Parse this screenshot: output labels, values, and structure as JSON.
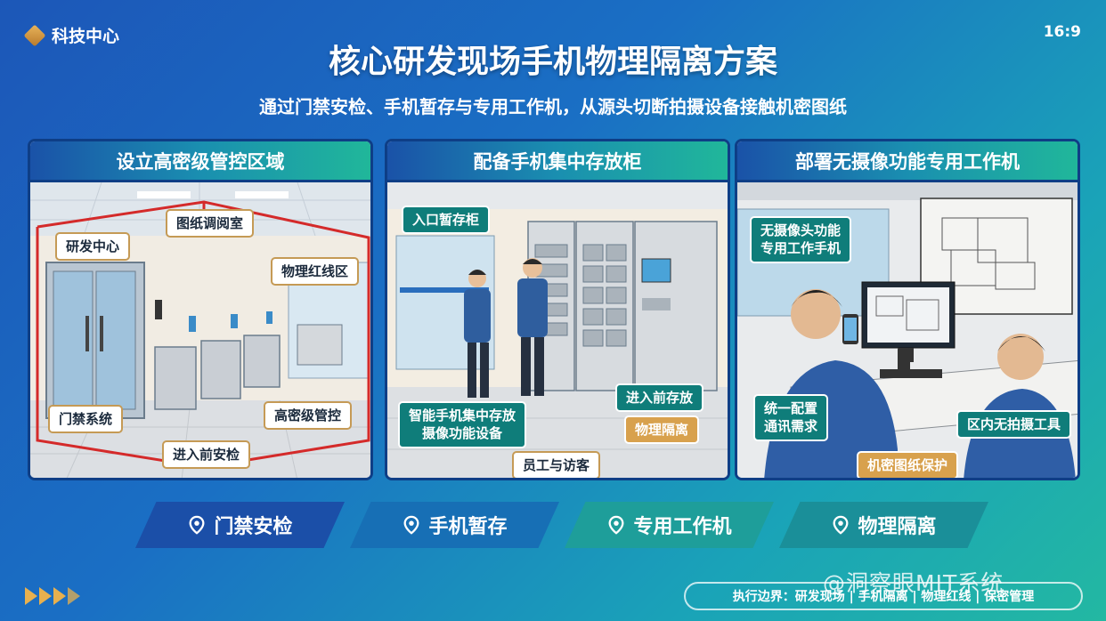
{
  "brand": {
    "name": "科技中心",
    "icon": "cube-logo-icon"
  },
  "aspect_ratio": "16:9",
  "title": "核心研发现场手机物理隔离方案",
  "subtitle": "通过门禁安检、手机暂存与专用工作机，从源头切断拍摄设备接触机密图纸",
  "panels": [
    {
      "heading": "设立高密级管控区域",
      "labels": [
        "图纸调阅室",
        "研发中心",
        "物理红线区",
        "门禁系统",
        "高密级管控",
        "进入前安检"
      ]
    },
    {
      "heading": "配备手机集中存放柜",
      "labels": [
        "入口暂存柜",
        "进入前存放",
        "智能手机集中存放\n摄像功能设备",
        "物理隔离",
        "员工与访客"
      ]
    },
    {
      "heading": "部署无摄像功能专用工作机",
      "labels": [
        "无摄像头功能\n专用工作手机",
        "统一配置\n通讯需求",
        "区内无拍摄工具",
        "机密图纸保护"
      ]
    }
  ],
  "bottom_items": [
    {
      "label": "门禁安检",
      "icon": "location-pin-icon",
      "color": "#1b4fa8"
    },
    {
      "label": "手机暂存",
      "icon": "location-pin-icon",
      "color": "#176fb5"
    },
    {
      "label": "专用工作机",
      "icon": "location-pin-icon",
      "color": "#1e9e9a"
    },
    {
      "label": "物理隔离",
      "icon": "location-pin-icon",
      "color": "#1a8f99"
    }
  ],
  "footer": "执行边界：研发现场 | 手机隔离 | 物理红线 | 保密管理",
  "watermark": "@洞察眼MIT系统",
  "colors": {
    "accent_gold": "#d8a14d",
    "teal": "#0f7d7a",
    "navy": "#0e3e86",
    "red_line": "#d42a2a"
  }
}
